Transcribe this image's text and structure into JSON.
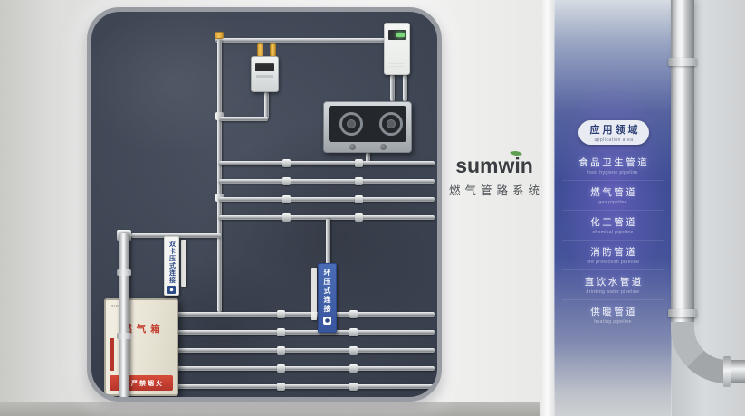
{
  "brand": {
    "logo": "sumwin",
    "tagline": "燃气管路系统"
  },
  "board": {
    "sign_a": "双卡压式连接",
    "sign_b": "环压式连接",
    "cabinet": {
      "brand": "sumwin",
      "title": "燃气箱",
      "warning": "严禁烟火"
    }
  },
  "apps": {
    "header": {
      "label": "应用领域",
      "sub": "application area"
    },
    "items": [
      {
        "label": "食品卫生管道",
        "sub": "food hygiene pipeline"
      },
      {
        "label": "燃气管道",
        "sub": "gas pipeline"
      },
      {
        "label": "化工管道",
        "sub": "chemical pipeline"
      },
      {
        "label": "消防管道",
        "sub": "fire protection pipeline"
      },
      {
        "label": "直饮水管道",
        "sub": "drinking water pipeline"
      },
      {
        "label": "供暖管道",
        "sub": "heating pipeline"
      }
    ]
  }
}
